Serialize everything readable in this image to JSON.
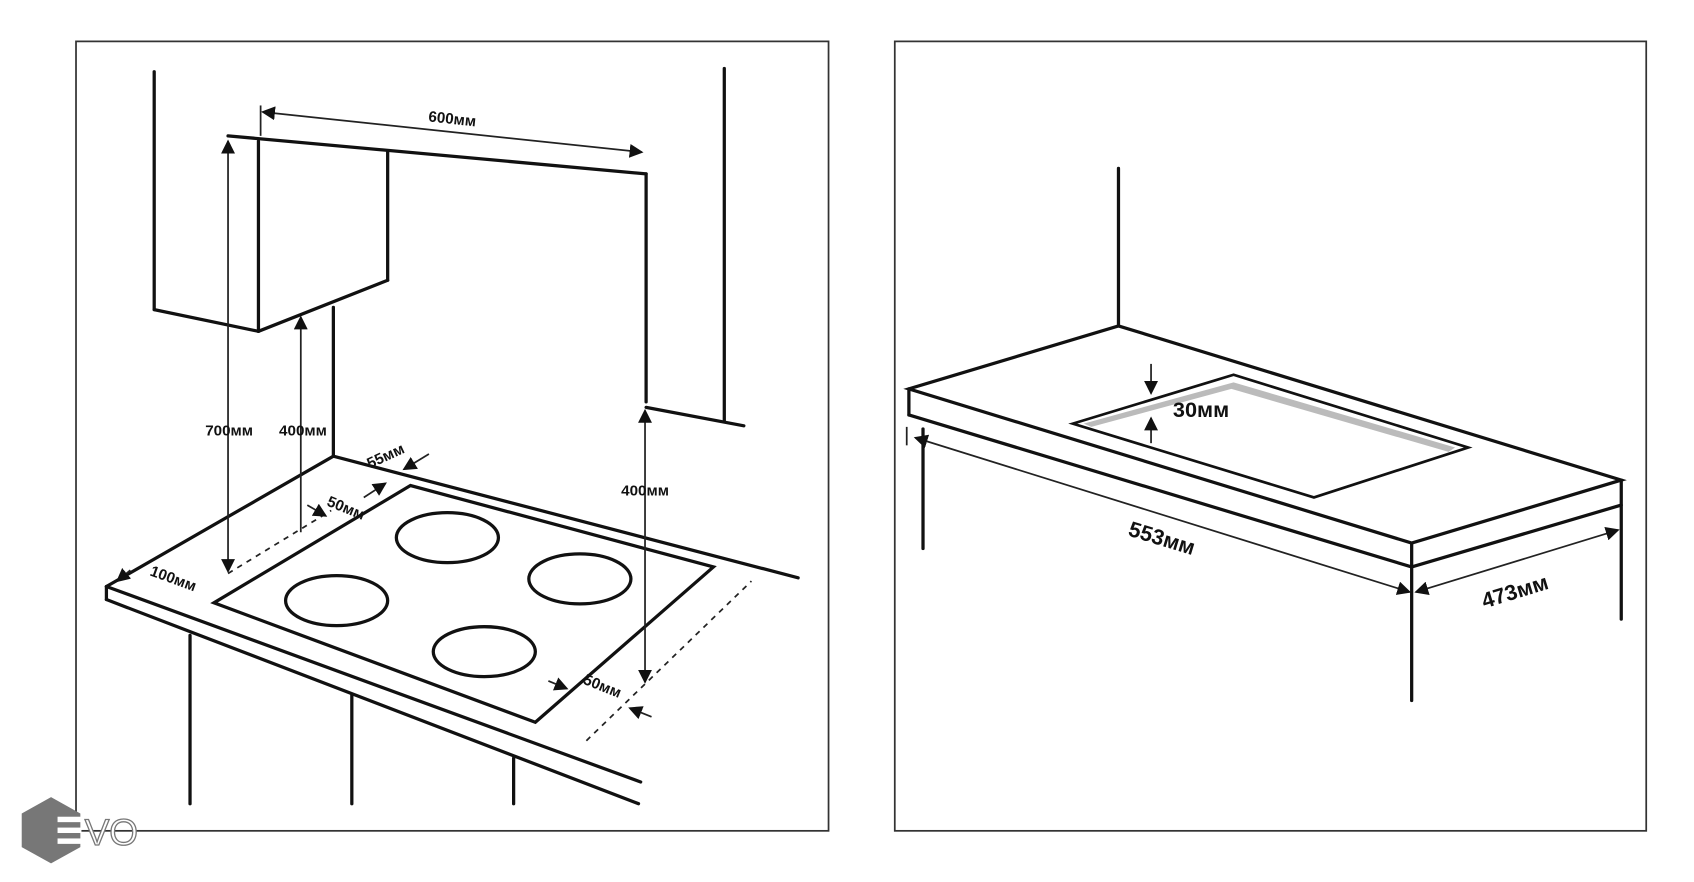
{
  "left_diagram": {
    "labels": {
      "width_above": "600мм",
      "height_hood": "700мм",
      "height_cabinet": "400мм",
      "height_side_wall": "400мм",
      "back_gap": "55мм",
      "side_gap_left": "50мм",
      "front_gap": "100мм",
      "side_gap_right": "50мм"
    }
  },
  "right_diagram": {
    "labels": {
      "depth_cutout": "30мм",
      "length_cutout": "553мм",
      "width_cutout": "473мм"
    }
  },
  "logo": {
    "text": "EVO",
    "color": "#777777"
  }
}
